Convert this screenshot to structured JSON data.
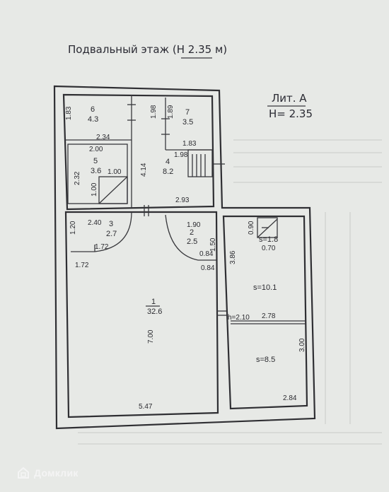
{
  "header": {
    "title": "Подвальный этаж (Н 2.35 м)",
    "lit": "Лит. А",
    "height": "Н= 2.35"
  },
  "rooms": [
    {
      "num": "1",
      "area": "32.6"
    },
    {
      "num": "2",
      "area": "2.5"
    },
    {
      "num": "3",
      "area": "2.7"
    },
    {
      "num": "4",
      "area": "8.2"
    },
    {
      "num": "5",
      "area": "3.6"
    },
    {
      "num": "6",
      "area": "4.3"
    },
    {
      "num": "7",
      "area": "3.5"
    }
  ],
  "areas": {
    "s1": "s=1.8",
    "s2": "s=10.1",
    "s3": "s=8.5"
  },
  "dims": {
    "d183a": "1.83",
    "d198a": "1.98",
    "d189": "1.89",
    "d183b": "1.83",
    "d198b": "1.98",
    "d234": "2.34",
    "d200": "2.00",
    "d232": "2.32",
    "d100a": "1.00",
    "d100b": "1.00",
    "d414": "4.14",
    "d293": "2.93",
    "d120": "1.20",
    "d240": "2.40",
    "d172a": "1.72",
    "d172b": "1.72",
    "d190": "1.90",
    "d150": "1.50",
    "d084a": "0.84",
    "d084b": "0.84",
    "d090": "0.90",
    "d070": "0.70",
    "d386": "3.86",
    "d700": "7.00",
    "d210": "h=2.10",
    "d278": "2.78",
    "d300": "3.00",
    "d547": "5.47",
    "d284": "2.84"
  },
  "watermark": "Домклик"
}
